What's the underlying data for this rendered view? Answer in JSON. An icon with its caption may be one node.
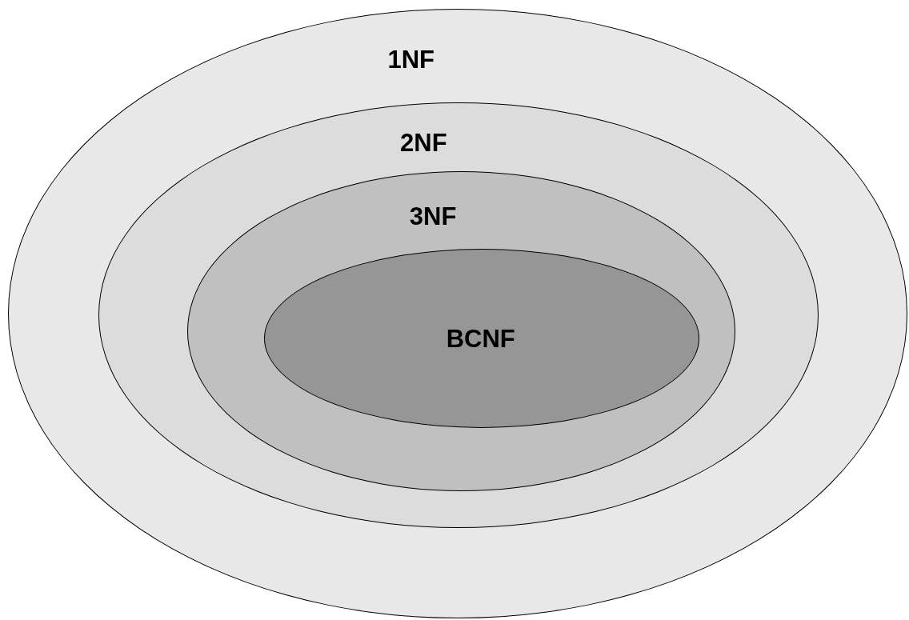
{
  "diagram": {
    "nodes": [
      {
        "text": [
          "1NF"
        ]
      },
      {
        "text": [
          "2NF"
        ],
        "in": 0
      },
      {
        "text": [
          "3NF"
        ],
        "in": 1
      },
      {
        "text": [
          "BCNF"
        ],
        "in": 2
      }
    ]
  }
}
